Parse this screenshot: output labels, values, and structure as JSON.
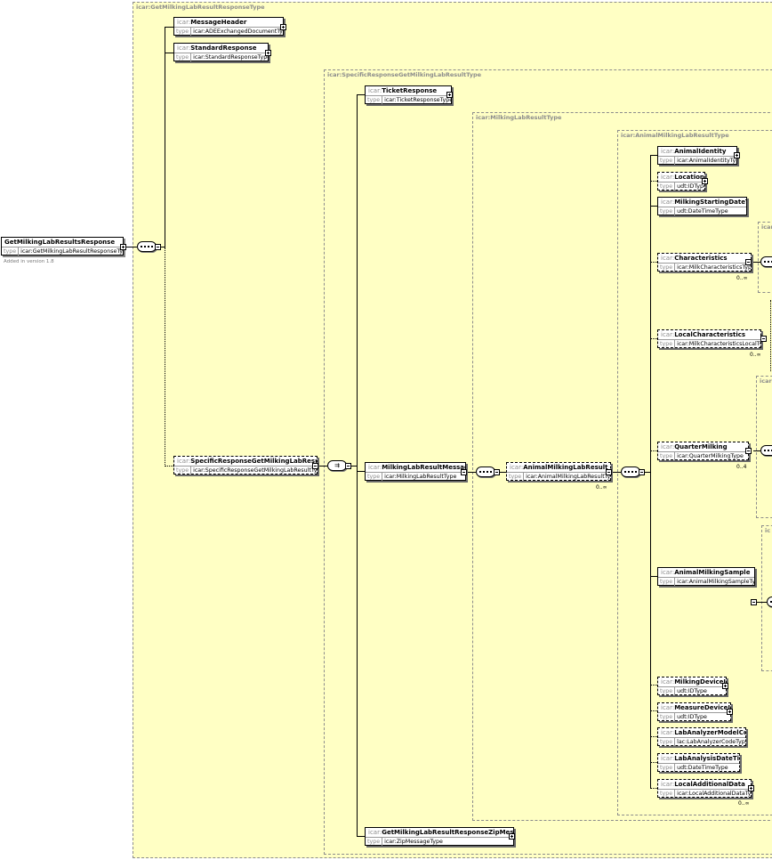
{
  "root": {
    "name": "GetMilkingLabResultsResponse",
    "type_key": "type",
    "type": "icar:GetMilkingLabResultResponseType",
    "note": "Added in version 1.8"
  },
  "groups": {
    "response_type": "icar:GetMilkingLabResultResponseType",
    "specific_type": "icar:SpecificResponseGetMilkingLabResultType",
    "milking_type": "icar:MilkingLabResultType",
    "animal_type": "icar:AnimalMilkingLabResultType",
    "cut1": "icar",
    "cut2": "icar",
    "cut3": "ic"
  },
  "elements": {
    "message_header": {
      "prefix": "icar:",
      "name": "MessageHeader",
      "type_key": "type",
      "type": "icar:ADEExchangedDocumentType"
    },
    "standard_response": {
      "prefix": "icar:",
      "name": "StandardResponse",
      "type_key": "type",
      "type": "icar:StandardResponseType"
    },
    "specific_response": {
      "prefix": "icar:",
      "name": "SpecificResponseGetMilkingLabResult",
      "type_key": "type",
      "type": "icar:SpecificResponseGetMilkingLabResultType"
    },
    "ticket_response": {
      "prefix": "icar:",
      "name": "TicketResponse",
      "type_key": "type",
      "type": "icar:TicketResponseType"
    },
    "milking_lab_result_message": {
      "prefix": "icar:",
      "name": "MilkingLabResultMessage",
      "type_key": "type",
      "type": "icar:MilkingLabResultType"
    },
    "zip_message": {
      "prefix": "icar:",
      "name": "GetMilkingLabResultResponseZipMessage",
      "type_key": "type",
      "type": "icar:ZipMessageType"
    },
    "animal_milking_lab_result": {
      "prefix": "icar:",
      "name": "AnimalMilkingLabResult",
      "type_key": "type",
      "type": "icar:AnimalMilkingLabResultType",
      "occurs": "0..∞"
    },
    "animal_identity": {
      "prefix": "icar:",
      "name": "AnimalIdentity",
      "type_key": "type",
      "type": "icar:AnimalIdentityType"
    },
    "location": {
      "prefix": "icar:",
      "name": "Location",
      "type_key": "type",
      "type": "udt:IDType"
    },
    "milking_starting_date_time": {
      "prefix": "icar:",
      "name": "MilkingStartingDateTime",
      "type_key": "type",
      "type": "udt:DateTimeType"
    },
    "characteristics": {
      "prefix": "icar:",
      "name": "Characteristics",
      "type_key": "type",
      "type": "icar:MilkCharacteristicsType",
      "occurs": "0..∞"
    },
    "local_characteristics": {
      "prefix": "icar:",
      "name": "LocalCharacteristics",
      "type_key": "type",
      "type": "icar:MilkCharacteristicsLocalType",
      "occurs": "0..∞"
    },
    "quarter_milking": {
      "prefix": "icar:",
      "name": "QuarterMilking",
      "type_key": "type",
      "type": "icar:QuarterMilkingType",
      "occurs": "0..4"
    },
    "animal_milking_sample": {
      "prefix": "icar:",
      "name": "AnimalMilkingSample",
      "type_key": "type",
      "type": "icar:AnimalMilkingSampleType"
    },
    "milking_device_id": {
      "prefix": "icar:",
      "name": "MilkingDeviceID",
      "type_key": "type",
      "type": "udt:IDType"
    },
    "measure_device_id": {
      "prefix": "icar:",
      "name": "MeasureDeviceID",
      "type_key": "type",
      "type": "udt:IDType"
    },
    "lab_analyzer_model_code": {
      "prefix": "icar:",
      "name": "LabAnalyzerModelCode",
      "type_key": "type",
      "type": "lac:LabAnalyzerCodeType"
    },
    "lab_analysis_date_time": {
      "prefix": "icar:",
      "name": "LabAnalysisDateTime",
      "type_key": "type",
      "type": "udt:DateTimeType"
    },
    "local_additional_data": {
      "prefix": "icar:",
      "name": "LocalAdditionalData",
      "type_key": "type",
      "type": "icar:LocalAdditionalDataType",
      "occurs": "0..∞"
    }
  },
  "colors": {
    "group_fill": "#ffffc4",
    "group_border": "#8c8c8c",
    "box_shadow": "#6b6b6b"
  }
}
